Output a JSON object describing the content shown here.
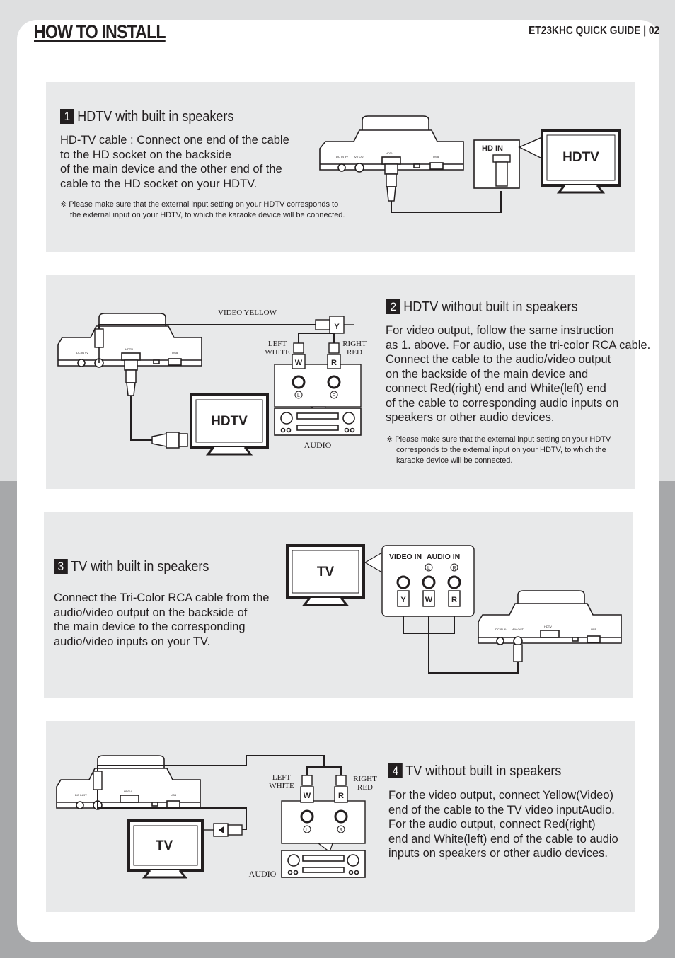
{
  "header": {
    "title": "HOW TO INSTALL",
    "guide_ref": "ET23KHC QUICK GUIDE | 02"
  },
  "sections": [
    {
      "number": "1",
      "title": "HDTV with built in speakers",
      "body": [
        "HD-TV cable : Connect one end of the cable",
        "to the HD socket on the backside",
        "of the main device and the other end of the",
        "cable to the HD socket on your HDTV."
      ],
      "note": [
        "※ Please make sure that the external input setting on your HDTV corresponds to",
        "the external input on your HDTV, to which the karaoke device will be connected."
      ],
      "diagram": {
        "jack_label": "HD  IN",
        "screen_label": "HDTV"
      }
    },
    {
      "number": "2",
      "title": "HDTV without built in speakers",
      "body": [
        "For video output, follow the same instruction",
        "as 1. above. For audio, use the tri-color RCA cable.",
        "Connect the cable to the audio/video output",
        "on the backside of the main device and",
        "connect Red(right) end and White(left) end",
        "of the cable to corresponding audio inputs on",
        "speakers or other audio devices."
      ],
      "note": [
        "※ Please make sure that the external input setting on your HDTV",
        "corresponds to the external input on your HDTV, to which the",
        "karaoke device will be connected."
      ],
      "diagram": {
        "video_label": "VIDEO YELLOW",
        "left_label": [
          "LEFT",
          "WHITE"
        ],
        "right_label": [
          "RIGHT",
          "RED"
        ],
        "audio_label": "AUDIO",
        "screen_label": "HDTV",
        "plug_y": "Y",
        "plug_w": "W",
        "plug_r": "R",
        "jack_l": "L",
        "jack_r": "R"
      }
    },
    {
      "number": "3",
      "title": "TV with built in speakers",
      "body": [
        "Connect the Tri-Color RCA cable from the",
        "audio/video output on the backside of",
        "the main device to the corresponding",
        "audio/video inputs on your TV."
      ],
      "diagram": {
        "screen_label": "TV",
        "video_in": "VIDEO IN",
        "audio_in": "AUDIO IN",
        "jack_l": "L",
        "jack_r": "R",
        "plug_y": "Y",
        "plug_w": "W",
        "plug_r": "R"
      }
    },
    {
      "number": "4",
      "title": "TV without built in speakers",
      "body": [
        "For the video output, connect Yellow(Video)",
        "end of the cable to the TV video inputAudio.",
        "For the audio output, connect Red(right)",
        "end and White(left) end of the cable to audio",
        "inputs on speakers or other audio devices."
      ],
      "diagram": {
        "left_label": [
          "LEFT",
          "WHITE"
        ],
        "right_label": [
          "RIGHT",
          "RED"
        ],
        "audio_label": "AUDIO",
        "screen_label": "TV",
        "plug_w": "W",
        "plug_r": "R",
        "jack_l": "L",
        "jack_r": "R"
      }
    }
  ],
  "device_labels": {
    "dc_in": "DC IN 9V",
    "av_out": "A/V OUT",
    "hdtv": "HDTV",
    "usb": "USB"
  }
}
